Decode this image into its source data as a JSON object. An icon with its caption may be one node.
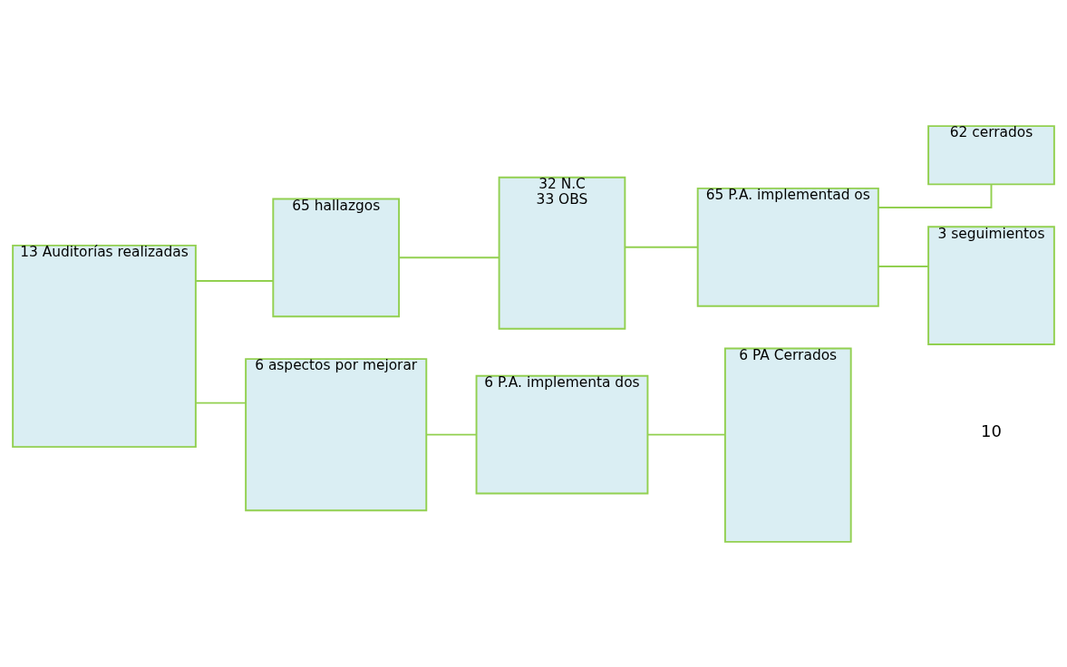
{
  "diagram": {
    "nodes": [
      {
        "text": [
          "13 Auditorías realizadas"
        ]
      },
      {
        "text": [
          "65 hallazgos"
        ]
      },
      {
        "text": [
          "6 aspectos por mejorar"
        ]
      },
      {
        "text": [
          "32 N.C",
          "33 OBS"
        ]
      },
      {
        "text": [
          "65 P.A. implementad os"
        ]
      },
      {
        "text": [
          "62 cerrados"
        ]
      },
      {
        "text": [
          "3 seguimientos"
        ]
      },
      {
        "text": [
          "6 P.A. implementa dos"
        ]
      },
      {
        "text": [
          "6 PA Cerrados"
        ]
      }
    ],
    "edges": [
      {
        "from": 0,
        "to": 1,
        "arrow": "none"
      },
      {
        "from": 0,
        "to": 2,
        "arrow": "none"
      },
      {
        "from": 1,
        "to": 3,
        "arrow": "none"
      },
      {
        "from": 3,
        "to": 4,
        "arrow": "none"
      },
      {
        "from": 4,
        "to": 5,
        "arrow": "none"
      },
      {
        "from": 4,
        "to": 6,
        "arrow": "none"
      },
      {
        "from": 2,
        "to": 7,
        "arrow": "none"
      },
      {
        "from": 7,
        "to": 8,
        "arrow": "none"
      }
    ],
    "labels": [
      "10"
    ]
  }
}
